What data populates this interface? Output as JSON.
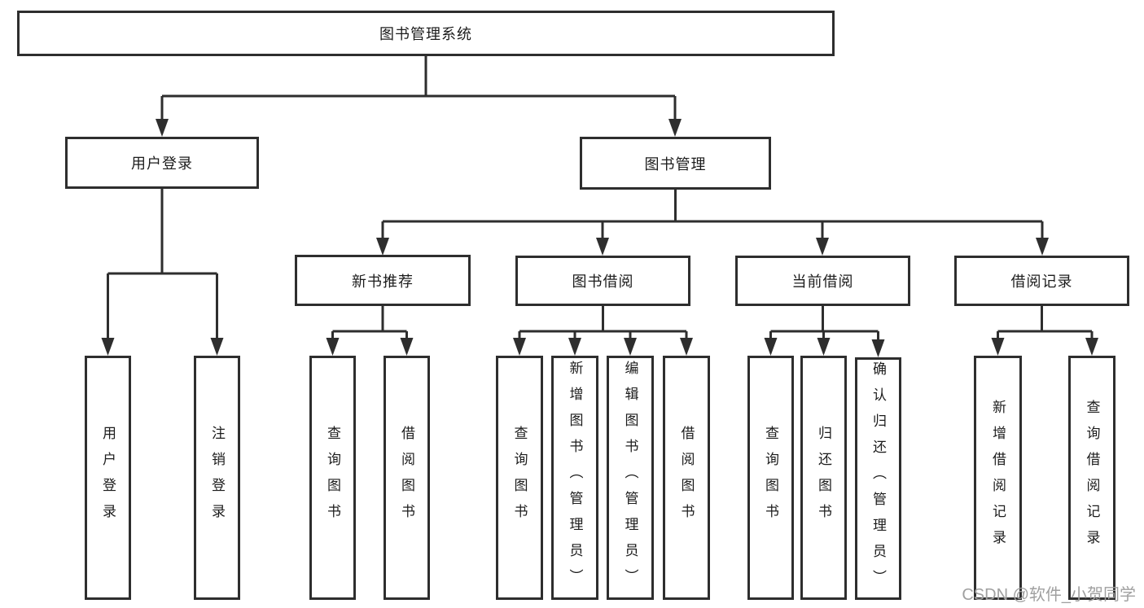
{
  "diagram": {
    "root": {
      "label": "图书管理系统",
      "children": [
        {
          "label": "用户登录",
          "children": [
            {
              "label": "用户登录"
            },
            {
              "label": "注销登录"
            }
          ]
        },
        {
          "label": "图书管理",
          "children": [
            {
              "label": "新书推荐",
              "children": [
                {
                  "label": "查询图书"
                },
                {
                  "label": "借阅图书"
                }
              ]
            },
            {
              "label": "图书借阅",
              "children": [
                {
                  "label": "查询图书"
                },
                {
                  "label": "新增图书（管理员）"
                },
                {
                  "label": "编辑图书（管理员）"
                },
                {
                  "label": "借阅图书"
                }
              ]
            },
            {
              "label": "当前借阅",
              "children": [
                {
                  "label": "查询图书"
                },
                {
                  "label": "归还图书"
                },
                {
                  "label": "确认归还（管理员）"
                }
              ]
            },
            {
              "label": "借阅记录",
              "children": [
                {
                  "label": "新增借阅记录"
                },
                {
                  "label": "查询借阅记录"
                }
              ]
            }
          ]
        }
      ]
    }
  },
  "watermark": {
    "text": "CSDN @软件_小贺同学"
  },
  "colors": {
    "line": "#2e2e2e",
    "box_border": "#2e2e2e",
    "box_fill": "#ffffff",
    "text": "#1c1c1c",
    "watermark": "#a0a0a0",
    "background": "#ffffff"
  }
}
